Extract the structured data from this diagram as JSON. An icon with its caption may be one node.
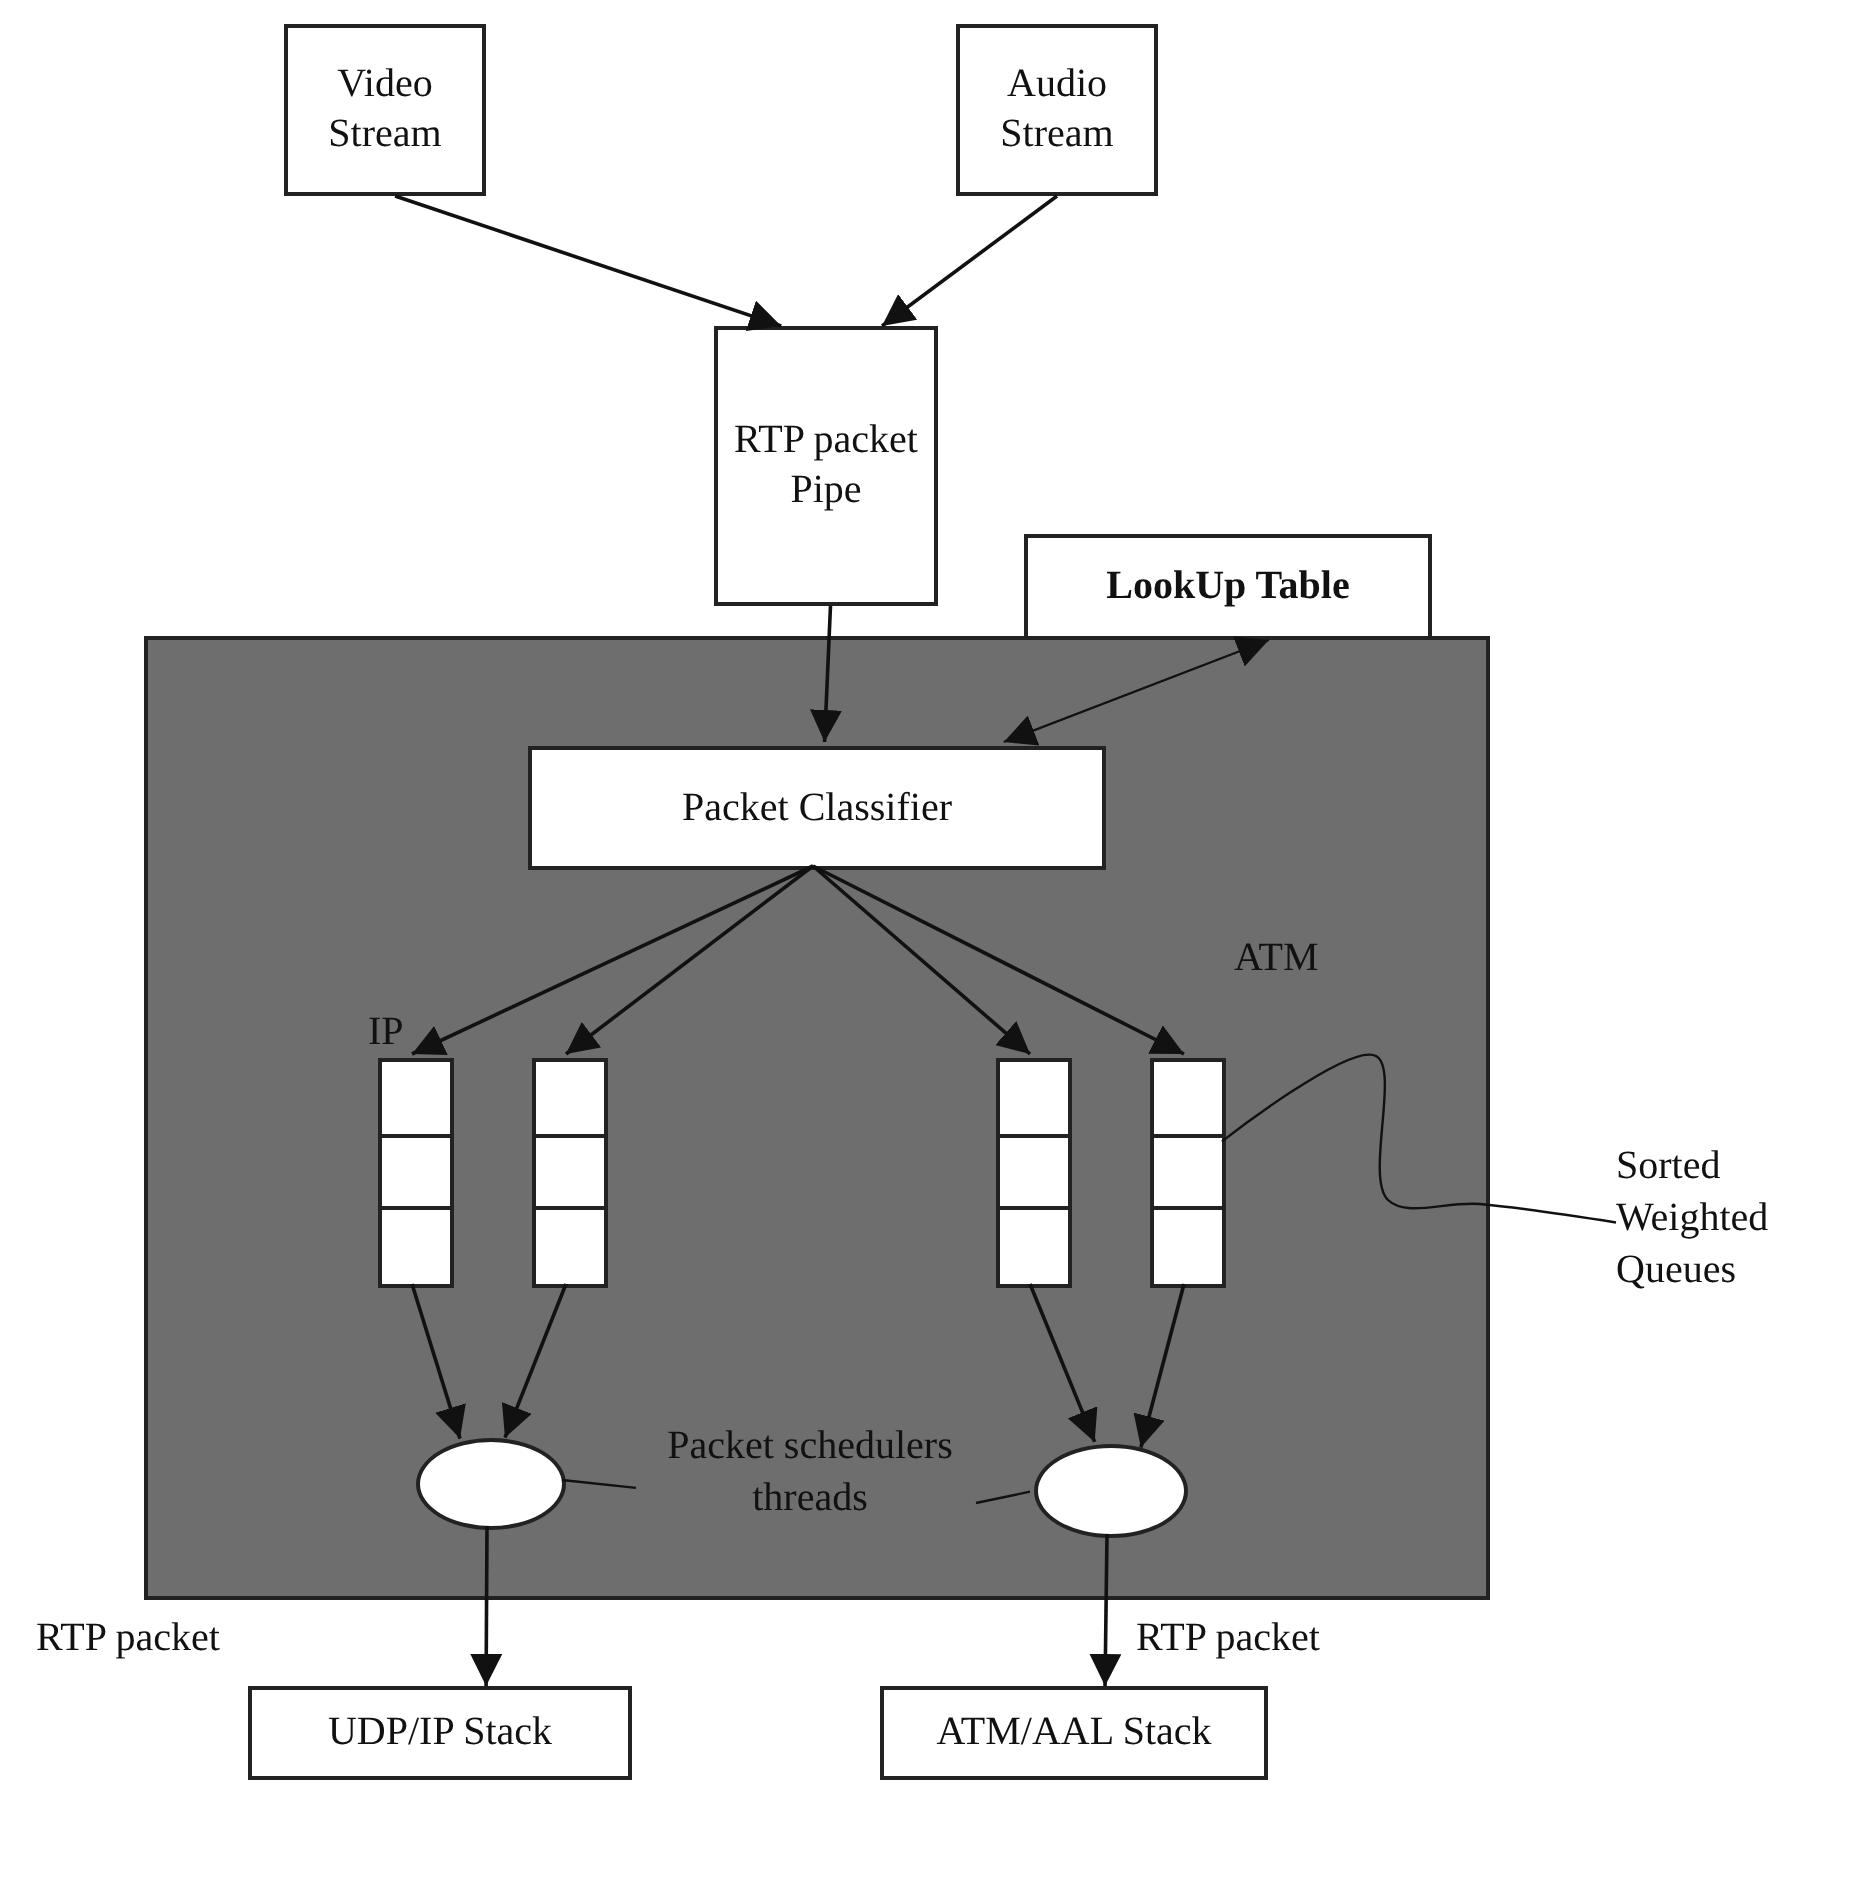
{
  "diagram": {
    "nodes": [
      {
        "text": [
          "Video Stream"
        ]
      },
      {
        "text": [
          "Audio Stream"
        ]
      },
      {
        "text": [
          "RTP packet Pipe"
        ]
      },
      {
        "text": [
          "LookUp Table"
        ]
      },
      {
        "text": [],
        "shape": "box"
      },
      {
        "text": [
          "Packet Classifier"
        ],
        "in": 4
      },
      {
        "text": [],
        "shape": "box",
        "in": 4
      },
      {
        "text": [],
        "shape": "box",
        "in": 4
      },
      {
        "text": [],
        "shape": "box",
        "in": 4
      },
      {
        "text": [],
        "shape": "box",
        "in": 4
      },
      {
        "text": [],
        "shape": "ellipse",
        "in": 4
      },
      {
        "text": [],
        "shape": "ellipse",
        "in": 4
      },
      {
        "text": [
          "Sorted Weighted Queues"
        ]
      },
      {
        "text": [
          "Packet schedulers threads"
        ],
        "in": 4
      },
      {
        "text": [
          "UDP/IP Stack"
        ]
      },
      {
        "text": [
          "ATM/AAL Stack"
        ]
      }
    ],
    "edges": [
      {
        "from": 0,
        "to": 2,
        "arrow": "to"
      },
      {
        "from": 1,
        "to": 2,
        "arrow": "to"
      },
      {
        "from": 2,
        "to": 5,
        "arrow": "to"
      },
      {
        "from": 5,
        "to": 3,
        "arrow": "both"
      },
      {
        "from": 5,
        "to": 6,
        "arrow": "to"
      },
      {
        "from": 5,
        "to": 7,
        "arrow": "to"
      },
      {
        "from": 5,
        "to": 8,
        "arrow": "to"
      },
      {
        "from": 5,
        "to": 9,
        "arrow": "to"
      },
      {
        "from": 6,
        "to": 10,
        "arrow": "to"
      },
      {
        "from": 7,
        "to": 10,
        "arrow": "to"
      },
      {
        "from": 8,
        "to": 11,
        "arrow": "to"
      },
      {
        "from": 9,
        "to": 11,
        "arrow": "to"
      },
      {
        "from": 10,
        "to": 14,
        "arrow": "to"
      },
      {
        "from": 11,
        "to": 15,
        "arrow": "to"
      },
      {
        "from": 9,
        "to": 12,
        "arrow": "none"
      },
      {
        "from": 13,
        "to": 10,
        "arrow": "none"
      },
      {
        "from": 13,
        "to": 11,
        "arrow": "none"
      }
    ],
    "labels": [
      "IP",
      "ATM",
      "RTP packet",
      "RTP packet"
    ]
  }
}
